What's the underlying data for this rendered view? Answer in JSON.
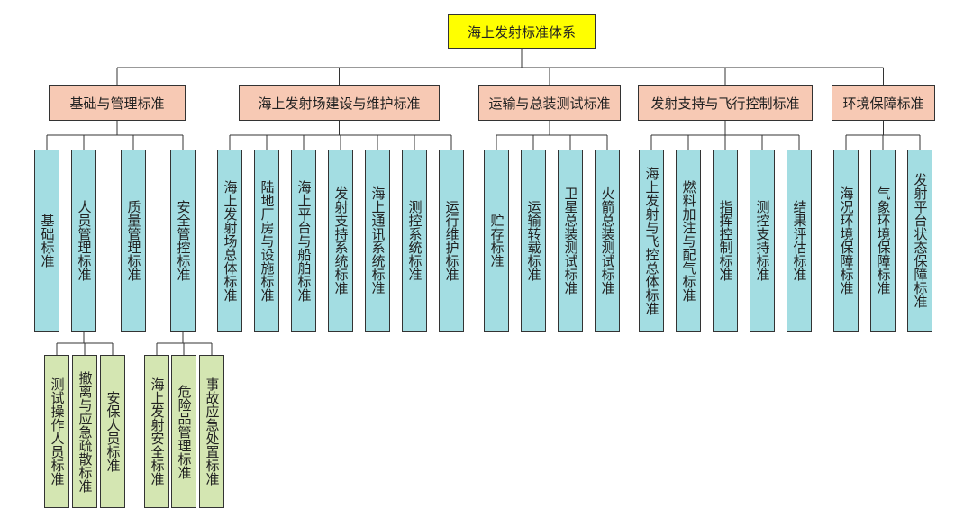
{
  "root": {
    "label": "海上发射标准体系"
  },
  "categories": [
    {
      "label": "基础与管理标准",
      "children": [
        {
          "label": "基础标准"
        },
        {
          "label": "人员管理标准",
          "children": [
            "测试操作人员标准",
            "撤离与应急疏散标准",
            "安保人员标准"
          ]
        },
        {
          "label": "质量管理标准"
        },
        {
          "label": "安全管控标准",
          "children": [
            "海上发射安全标准",
            "危险品管理标准",
            "事故应急处置标准"
          ]
        }
      ]
    },
    {
      "label": "海上发射场建设与维护标准",
      "children": [
        {
          "label": "海上发射场总体标准"
        },
        {
          "label": "陆地厂房与设施标准"
        },
        {
          "label": "海上平台与船舶标准"
        },
        {
          "label": "发射支持系统标准"
        },
        {
          "label": "海上通讯系统标准"
        },
        {
          "label": "测控系统标准"
        },
        {
          "label": "运行维护标准"
        }
      ]
    },
    {
      "label": "运输与总装测试标准",
      "children": [
        {
          "label": "贮存标准"
        },
        {
          "label": "运输转载标准"
        },
        {
          "label": "卫星总装测试标准"
        },
        {
          "label": "火箭总装测试标准"
        }
      ]
    },
    {
      "label": "发射支持与飞行控制标准",
      "children": [
        {
          "label": "海上发射与飞控总体标准"
        },
        {
          "label": "燃料加注与配气标准"
        },
        {
          "label": "指挥控制标准"
        },
        {
          "label": "测控支持标准"
        },
        {
          "label": "结果评估标准"
        }
      ]
    },
    {
      "label": "环境保障标准",
      "children": [
        {
          "label": "海况环境保障标准"
        },
        {
          "label": "气象环境保障标准"
        },
        {
          "label": "发射平台状态保障标准"
        }
      ]
    }
  ],
  "colors": {
    "root": "#ffff00",
    "category": "#f7c9b4",
    "leaf": "#a3dde2",
    "sub": "#d4e6b2",
    "line": "#333333"
  }
}
